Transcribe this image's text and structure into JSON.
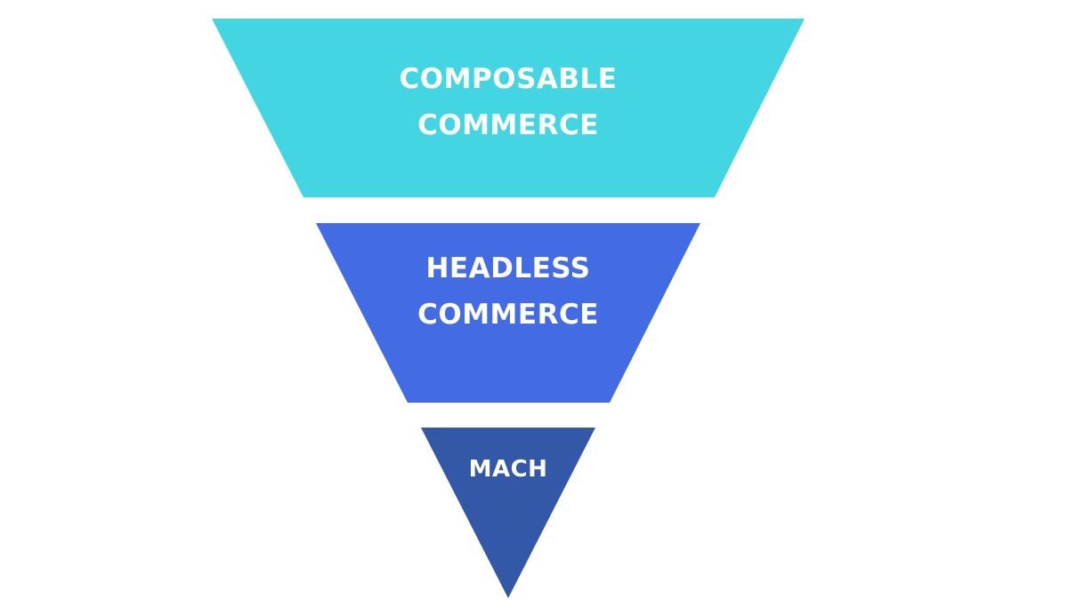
{
  "diagram": {
    "type": "inverted-funnel",
    "layers": [
      {
        "id": "composable-commerce",
        "lines": [
          "COMPOSABLE",
          "COMMERCE"
        ],
        "color": "#43D5E1"
      },
      {
        "id": "headless-commerce",
        "lines": [
          "HEADLESS",
          "COMMERCE"
        ],
        "color": "#436BE3"
      },
      {
        "id": "mach",
        "lines": [
          "MACH"
        ],
        "color": "#3358A8"
      }
    ],
    "text_color": "#FFFFFF",
    "background": "#FFFFFF"
  }
}
